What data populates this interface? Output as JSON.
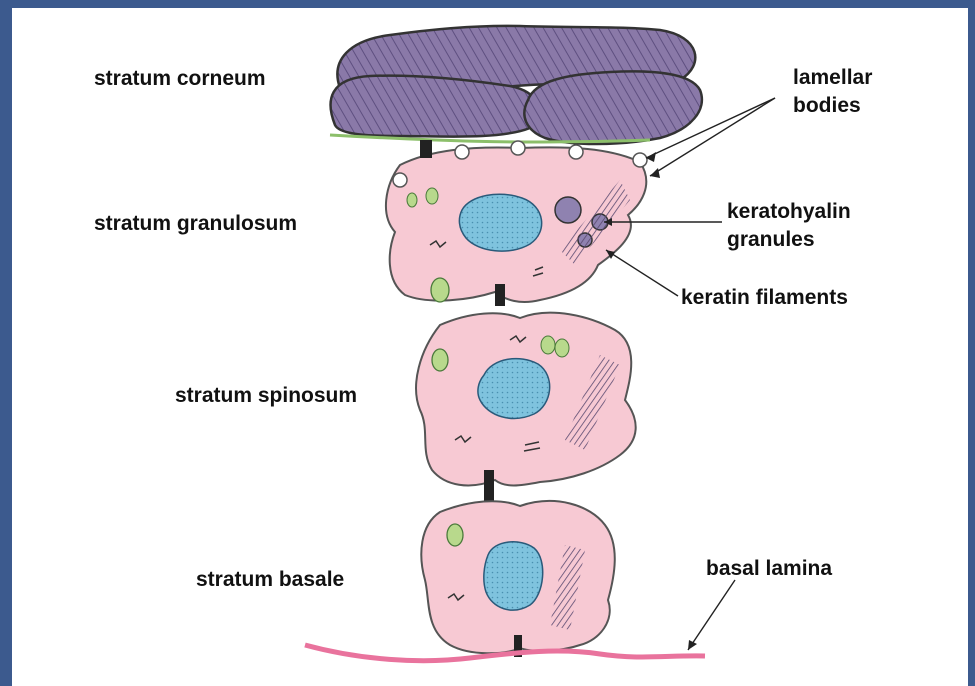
{
  "labels": {
    "stratum_corneum": "stratum corneum",
    "stratum_granulosum": "stratum granulosum",
    "stratum_spinosum": "stratum spinosum",
    "stratum_basale": "stratum basale",
    "lamellar_bodies_1": "lamellar",
    "lamellar_bodies_2": "bodies",
    "keratohyalin_1": "keratohyalin",
    "keratohyalin_2": "granules",
    "keratin_filaments": "keratin filaments",
    "basal_lamina": "basal lamina"
  },
  "colors": {
    "frame": "#3c5a8e",
    "cell": "#f7c9d3",
    "cell_outline": "#555555",
    "nucleus": "#7fc3de",
    "corneum": "#8a79a8",
    "granule": "#8f82b0",
    "organelle": "#b8d98c",
    "lamina": "#e9739d",
    "filament": "#7a6a8e"
  }
}
